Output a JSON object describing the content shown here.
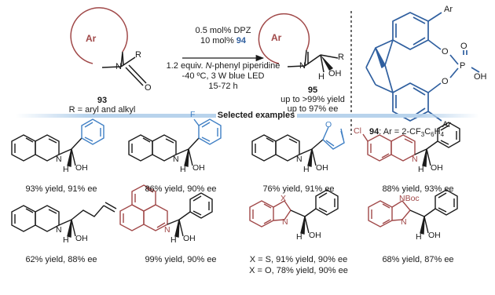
{
  "scheme": {
    "substrate": {
      "ring_label": "Ar",
      "n_label": "N",
      "r_label": "R",
      "o_label": "O",
      "compound": "93",
      "note": "R = aryl and alkyl"
    },
    "conditions": {
      "line1": "0.5 mol% DPZ",
      "line2_prefix": "10 mol% ",
      "line2_catalyst": "94",
      "line3_prefix": "1.2 equiv. ",
      "line3_italic": "N",
      "line3_suffix": "-phenyl piperidine",
      "line4": "-40 ºC, 3 W blue LED",
      "line5": "15-72 h"
    },
    "product": {
      "ring_label": "Ar",
      "n_label": "N",
      "r_label": "R",
      "h_label": "H",
      "oh_label": "OH",
      "compound": "95",
      "yield": "up to >99% yield",
      "ee": "up to 97% ee"
    },
    "catalyst": {
      "ar_top": "Ar",
      "ar_bottom": "Ar",
      "o1": "O",
      "o2": "O",
      "p": "P",
      "o3": "O",
      "oh": "OH",
      "caption_num": "94",
      "caption_text": ": Ar = 2-CF",
      "caption_sub1": "3",
      "caption_mid": "C",
      "caption_sub2": "6",
      "caption_end": "H",
      "caption_sub3": "4"
    }
  },
  "section_title": "Selected examples",
  "examples": [
    {
      "result": "93% yield, 91% ee",
      "atoms": {
        "n": "N",
        "h": "H",
        "oh": "OH"
      }
    },
    {
      "result": "86% yield, 90% ee",
      "atoms": {
        "n": "N",
        "h": "H",
        "oh": "OH",
        "f": "F"
      }
    },
    {
      "result": "76% yield, 91% ee",
      "atoms": {
        "n": "N",
        "h": "H",
        "oh": "OH",
        "o": "O"
      }
    },
    {
      "result": "88% yield, 93% ee",
      "atoms": {
        "n": "N",
        "h": "H",
        "oh": "OH",
        "cl": "Cl"
      }
    },
    {
      "result": "62% yield, 88% ee",
      "atoms": {
        "n": "N",
        "h": "H",
        "oh": "OH"
      }
    },
    {
      "result": "99% yield, 90% ee",
      "atoms": {
        "n": "N",
        "h": "H",
        "oh": "OH"
      }
    },
    {
      "result": "X = S, 91% yield, 90% ee",
      "result2": "X = O, 78% yield, 90% ee",
      "atoms": {
        "n": "N",
        "x": "X",
        "h": "H",
        "oh": "OH"
      }
    },
    {
      "result": "68% yield, 87% ee",
      "atoms": {
        "nboc": "NBoc",
        "n": "N",
        "h": "H",
        "oh": "OH"
      }
    }
  ],
  "colors": {
    "ring_substrate": "#a04848",
    "aryl_blue": "#3f7fc4",
    "catalyst_blue": "#2f5f9f",
    "highlight_bar": "#b8d3ec"
  }
}
